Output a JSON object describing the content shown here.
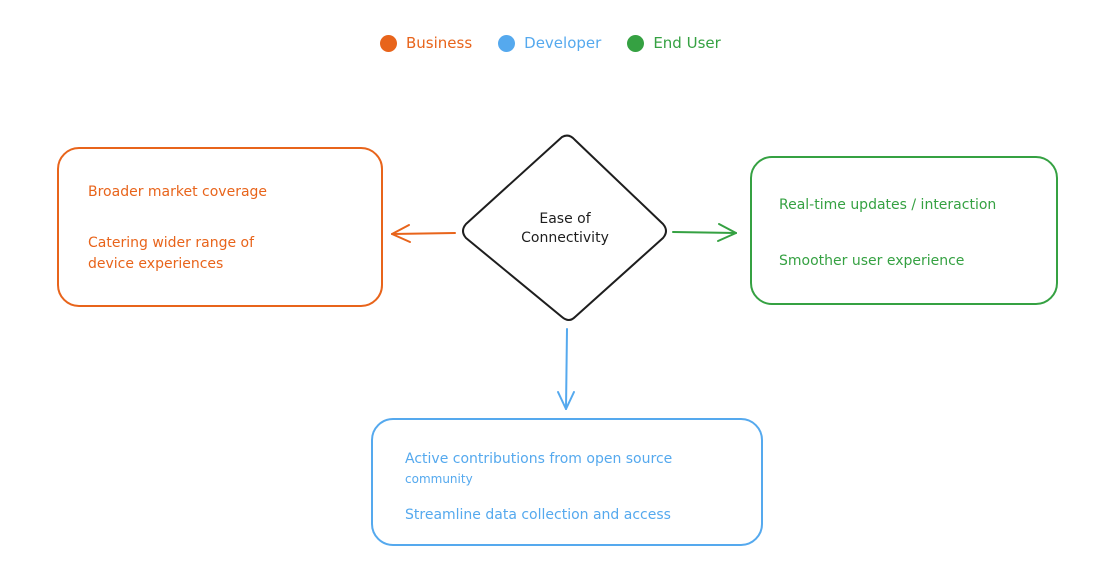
{
  "colors": {
    "business": "#e8641b",
    "developer": "#55a9ee",
    "end_user": "#35a142",
    "center": "#1e1e1e"
  },
  "legend": [
    {
      "label": "Business",
      "color": "#e8641b"
    },
    {
      "label": "Developer",
      "color": "#55a9ee"
    },
    {
      "label": "End User",
      "color": "#35a142"
    }
  ],
  "center": {
    "label_line1": "Ease of",
    "label_line2": "Connectivity"
  },
  "business": {
    "item1": "Broader market coverage",
    "item2_line1": "Catering wider range of",
    "item2_line2": "device experiences"
  },
  "end_user": {
    "item1": "Real-time updates / interaction",
    "item2": "Smoother user experience"
  },
  "developer": {
    "item1_line1": "Active contributions from open source",
    "item1_line2": "community",
    "item2": "Streamline data collection and access"
  }
}
